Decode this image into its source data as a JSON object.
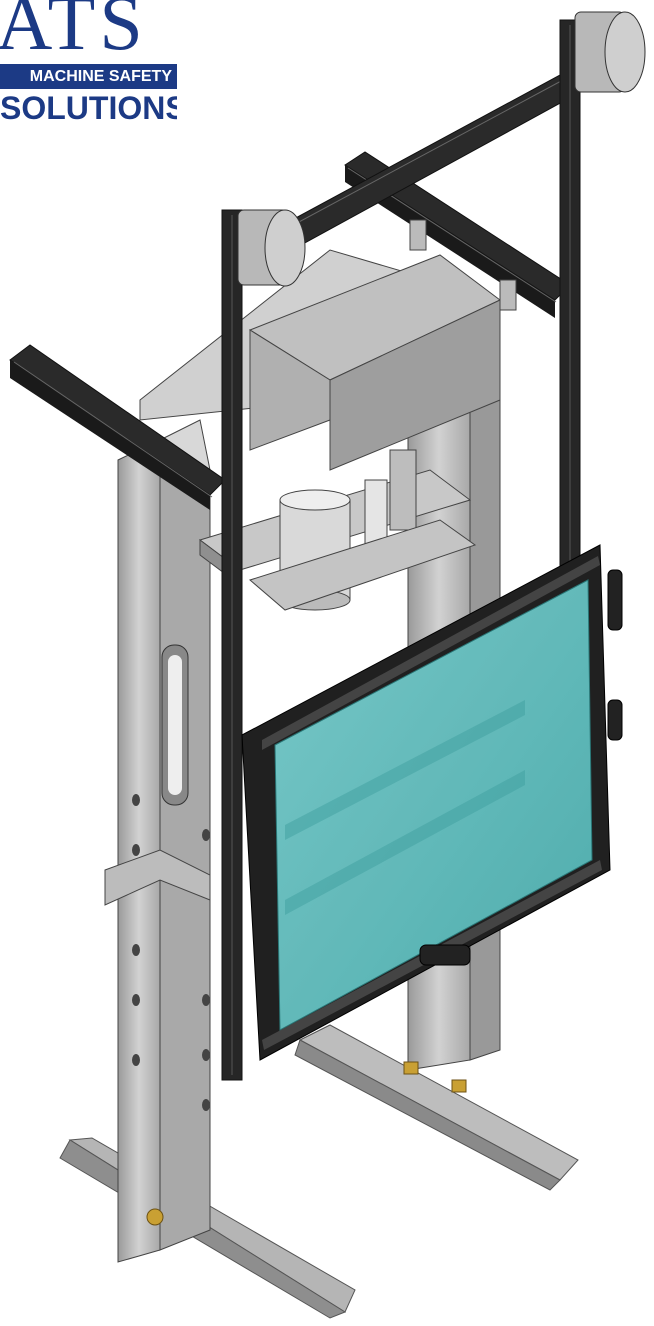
{
  "logo": {
    "mark": "ATS",
    "line1": "MACHINE SAFETY",
    "line2": "SOLUTIONS"
  },
  "colors": {
    "brand_blue": "#1c3a85",
    "frame_black": "#222222",
    "steel_grey": "#c4c4c4",
    "glass_teal": "#5cc0c0",
    "brass_fitting": "#c9a033"
  },
  "icons": {
    "logo": "ats-logo",
    "drawing": "cad-machine-guard-illustration"
  }
}
